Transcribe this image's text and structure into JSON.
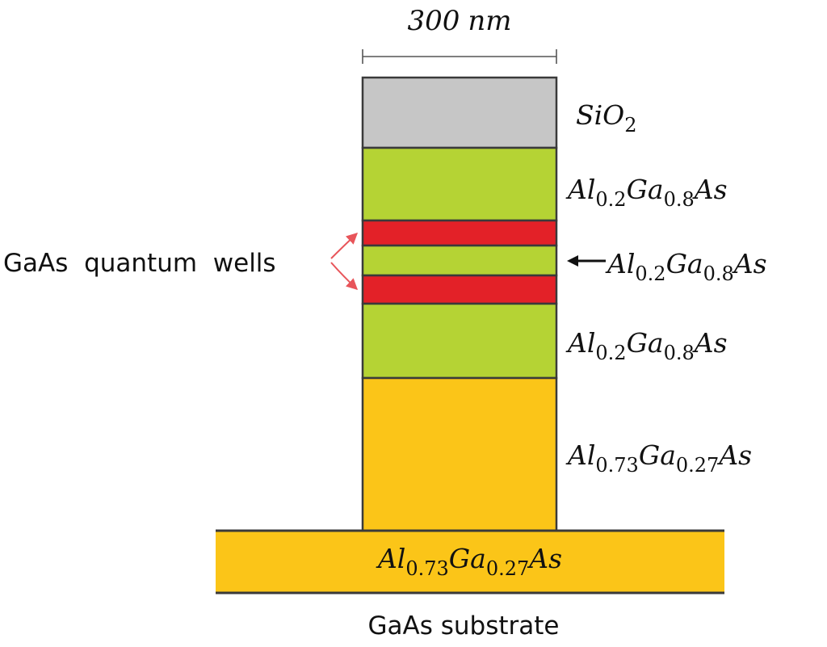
{
  "width_label": {
    "value": "300",
    "unit": "nm"
  },
  "layers": [
    {
      "id": "sio2",
      "label": [
        {
          "t": "SiO"
        },
        {
          "sub": "2"
        }
      ],
      "color": "#c6c6c6"
    },
    {
      "id": "algaas-top",
      "label": [
        {
          "t": "Al"
        },
        {
          "sub": "0.2"
        },
        {
          "t": "Ga"
        },
        {
          "sub": "0.8"
        },
        {
          "t": "As"
        }
      ],
      "color": "#b5d334"
    },
    {
      "id": "qw-1",
      "label": [],
      "color": "#e32128"
    },
    {
      "id": "algaas-barrier",
      "label": [
        {
          "t": "Al"
        },
        {
          "sub": "0.2"
        },
        {
          "t": "Ga"
        },
        {
          "sub": "0.8"
        },
        {
          "t": "As"
        }
      ],
      "color": "#b5d334"
    },
    {
      "id": "qw-2",
      "label": [],
      "color": "#e32128"
    },
    {
      "id": "algaas-bottom",
      "label": [
        {
          "t": "Al"
        },
        {
          "sub": "0.2"
        },
        {
          "t": "Ga"
        },
        {
          "sub": "0.8"
        },
        {
          "t": "As"
        }
      ],
      "color": "#b5d334"
    },
    {
      "id": "algaas-073-pillar",
      "label": [
        {
          "t": "Al"
        },
        {
          "sub": "0.73"
        },
        {
          "t": "Ga"
        },
        {
          "sub": "0.27"
        },
        {
          "t": "As"
        }
      ],
      "color": "#fbc518"
    }
  ],
  "base_layer": {
    "label": [
      {
        "t": "Al"
      },
      {
        "sub": "0.73"
      },
      {
        "t": "Ga"
      },
      {
        "sub": "0.27"
      },
      {
        "t": "As"
      }
    ],
    "color": "#fbc518"
  },
  "quantum_wells_label": "GaAs  quantum  wells",
  "substrate_label": "GaAs substrate",
  "colors": {
    "outline": "#3a3a3a",
    "arrow_red": "#e8555a",
    "arrow_black": "#111111"
  }
}
